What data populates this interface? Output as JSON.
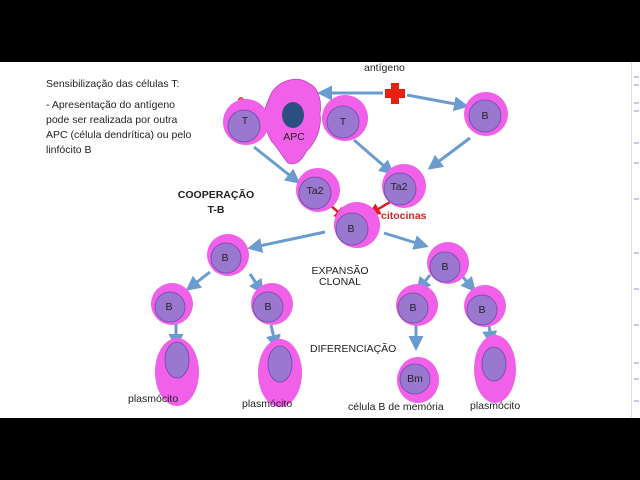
{
  "slide": {
    "intro_title": "Sensibilização das células T:",
    "intro_lines": [
      "- Apresentação do antígeno",
      "pode ser realizada por outra",
      "APC (célula dendrítica) ou pelo",
      "linfócito B"
    ],
    "antigen_label": "antígeno",
    "cooperation_line1": "COOPERAÇÃO",
    "cooperation_line2": "T-B",
    "cytokines_label": "citocinas",
    "expansion_line1": "EXPANSÃO",
    "expansion_line2": "CLONAL",
    "differentiation_label": "DIFERENCIAÇÃO",
    "plasmocyte_label": "plasmócito",
    "memory_b_label": "célula B de memória",
    "cells": {
      "t": "T",
      "b": "B",
      "apc": "APC",
      "ta2": "Ta2",
      "bm": "Bm"
    }
  },
  "colors": {
    "membrane": "#f060e8",
    "nucleus": "#9a78d0",
    "nucleus_stroke": "#6a4aa8",
    "apc_body": "#f060e8",
    "apc_nucleus": "#2c4f82",
    "arrow_blue": "#6a9cd0",
    "arrow_red": "#e02020",
    "antigen": "#e82010"
  }
}
